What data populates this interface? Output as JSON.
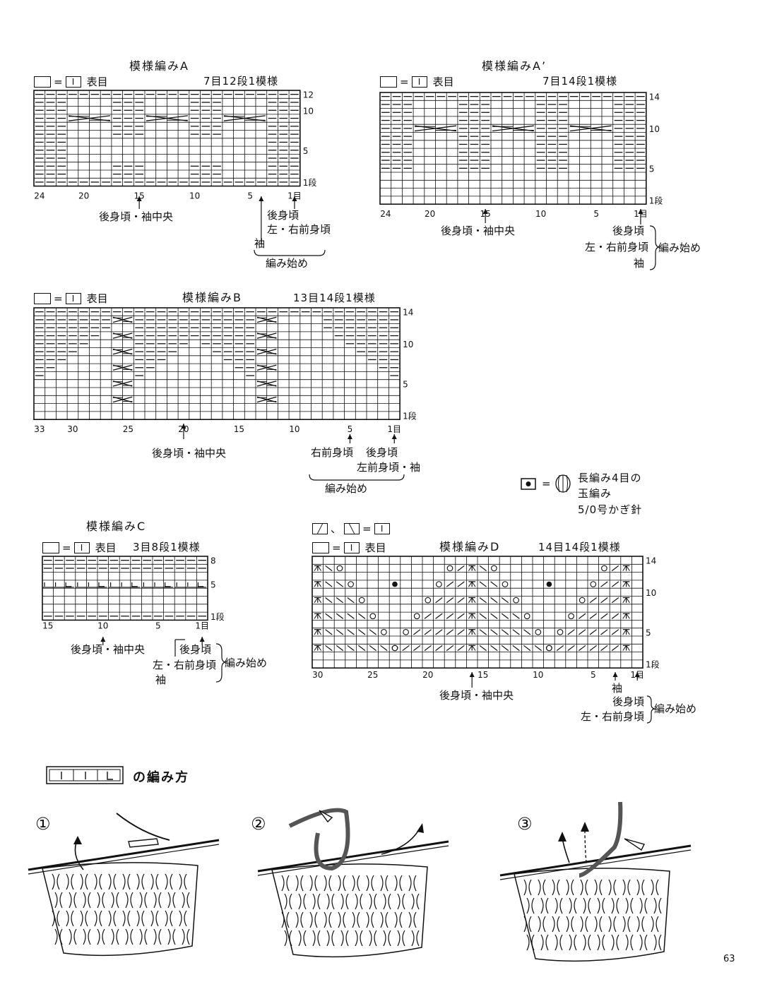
{
  "legend_common": {
    "eq": "=",
    "purl_symbol": "I",
    "knit_label": "表目"
  },
  "chart_a": {
    "title": "模様編みA",
    "repeat": "7目12段1模様",
    "cols": 24,
    "rows": 12,
    "x_ticks": [
      "24",
      "20",
      "15",
      "10",
      "5",
      "1目"
    ],
    "y_ticks": [
      "12",
      "10",
      "5",
      "1段"
    ],
    "center_label": "後身頃・袖中央",
    "labels": [
      "後身頃",
      "左・右前身頃",
      "袖",
      "編み始め"
    ]
  },
  "chart_a2": {
    "title": "模様編みA’",
    "repeat": "7目14段1模様",
    "cols": 24,
    "rows": 14,
    "x_ticks": [
      "24",
      "20",
      "15",
      "10",
      "5",
      "1目"
    ],
    "y_ticks": [
      "14",
      "10",
      "5",
      "1段"
    ],
    "center_label": "後身頃・袖中央",
    "labels": [
      "後身頃",
      "左・右前身頃",
      "袖",
      "編み始め"
    ]
  },
  "chart_b": {
    "title": "模様編みB",
    "repeat": "13目14段1模様",
    "cols": 33,
    "rows": 14,
    "x_ticks": [
      "33",
      "30",
      "25",
      "20",
      "15",
      "10",
      "5",
      "1目"
    ],
    "y_ticks": [
      "14",
      "10",
      "5",
      "1段"
    ],
    "center_label": "後身頃・袖中央",
    "labels": [
      "右前身頃",
      "後身頃",
      "左前身頃・袖",
      "編み始め"
    ]
  },
  "chart_c": {
    "title": "模様編みC",
    "repeat": "3目8段1模様",
    "cols": 15,
    "rows": 8,
    "x_ticks": [
      "15",
      "10",
      "5",
      "1目"
    ],
    "y_ticks": [
      "8",
      "5",
      "1段"
    ],
    "center_label": "後身頃・袖中央",
    "labels": [
      "後身頃",
      "左・右前身頃",
      "袖",
      "編み始め"
    ]
  },
  "chart_d": {
    "title": "模様編みD",
    "repeat": "14目14段1模様",
    "cols": 30,
    "rows": 14,
    "x_ticks": [
      "30",
      "25",
      "20",
      "15",
      "10",
      "5",
      "1目"
    ],
    "y_ticks": [
      "14",
      "10",
      "5",
      "1段"
    ],
    "center_label": "後身頃・袖中央",
    "labels": [
      "袖",
      "後身頃",
      "左・右前身頃",
      "編み始め"
    ],
    "decrease_note": "、"
  },
  "bobble_legend": {
    "line1": "長編み4目の",
    "line2": "玉編み",
    "line3": "5/0号かぎ針"
  },
  "how_to": {
    "title": "の編み方",
    "steps": [
      "①",
      "②",
      "③"
    ]
  },
  "page_number": "63"
}
